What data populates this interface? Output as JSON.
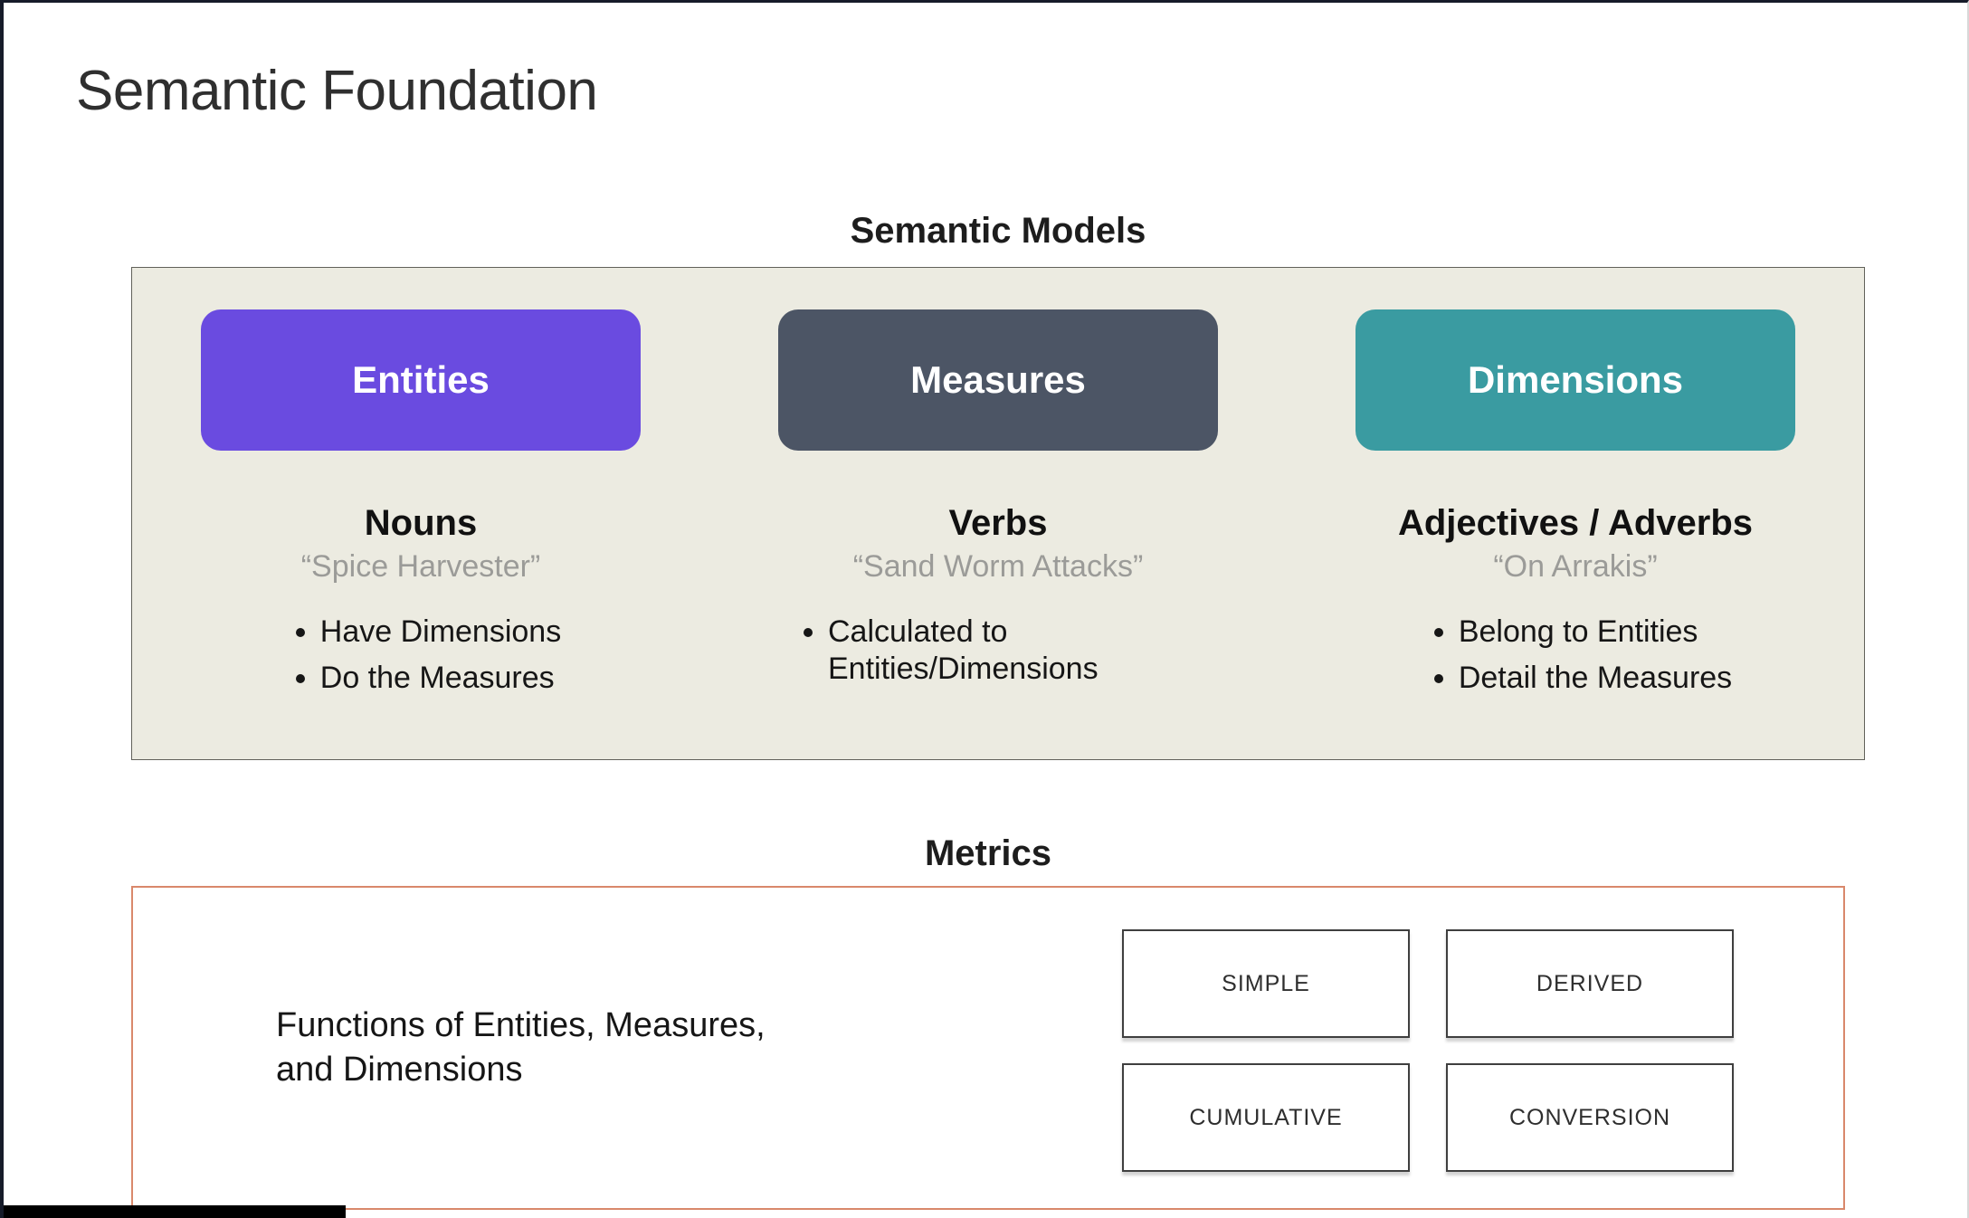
{
  "title": "Semantic Foundation",
  "models": {
    "heading": "Semantic Models",
    "panel_bg": "#ECEBE1",
    "columns": [
      {
        "label": "Entities",
        "color": "#6A4BE0",
        "heading": "Nouns",
        "quote": "“Spice Harvester”",
        "bullets": [
          "Have Dimensions",
          "Do the Measures"
        ]
      },
      {
        "label": "Measures",
        "color": "#4C5565",
        "heading": "Verbs",
        "quote": "“Sand Worm Attacks”",
        "bullets": [
          "Calculated to Entities/Dimensions"
        ]
      },
      {
        "label": "Dimensions",
        "color": "#3A9BA1",
        "heading": "Adjectives / Adverbs",
        "quote": "“On Arrakis”",
        "bullets": [
          "Belong to Entities",
          "Detail the Measures"
        ]
      }
    ]
  },
  "metrics": {
    "heading": "Metrics",
    "border_color": "#D9886B",
    "description": "Functions of Entities, Measures,\nand Dimensions",
    "types": [
      "SIMPLE",
      "DERIVED",
      "CUMULATIVE",
      "CONVERSION"
    ]
  }
}
